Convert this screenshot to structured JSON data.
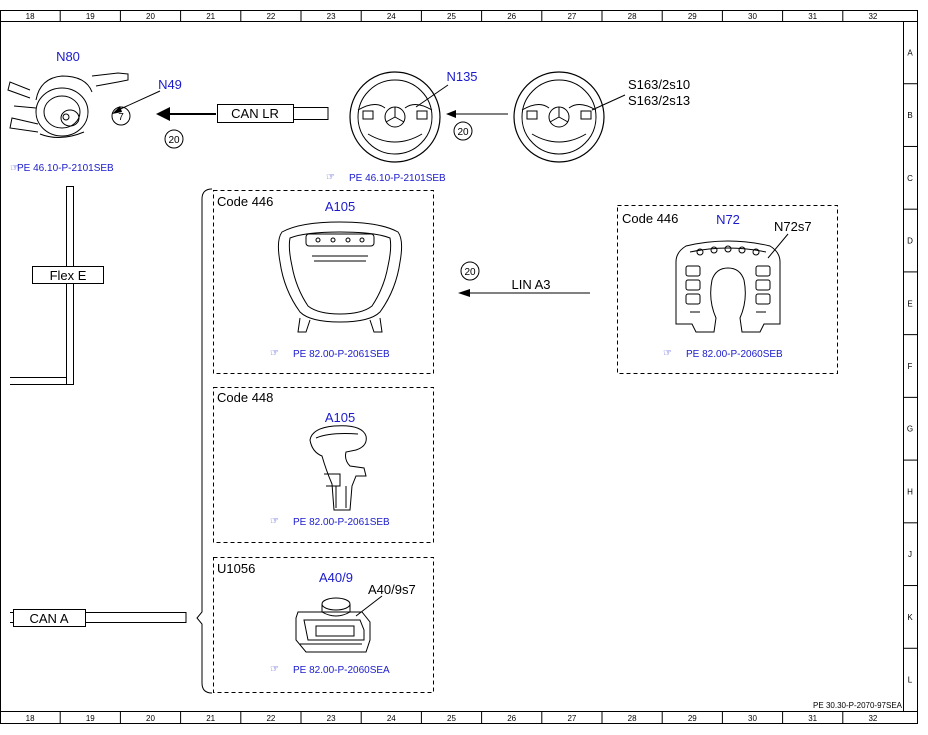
{
  "grid": {
    "columns": [
      "18",
      "19",
      "20",
      "21",
      "22",
      "23",
      "24",
      "25",
      "26",
      "27",
      "28",
      "29",
      "30",
      "31",
      "32"
    ],
    "rows": [
      "A",
      "B",
      "C",
      "D",
      "E",
      "F",
      "G",
      "H",
      "J",
      "K",
      "L"
    ]
  },
  "components": {
    "n80": "N80",
    "n49": "N49",
    "n135": "N135",
    "s163_a": "S163/2s10",
    "s163_b": "S163/2s13",
    "a105_top": "A105",
    "a105_mid": "A105",
    "n72": "N72",
    "n72s7": "N72s7",
    "a40_9": "A40/9",
    "a40_9s7": "A40/9s7"
  },
  "codes": {
    "code446_left": "Code 446",
    "code448": "Code 448",
    "u1056": "U1056",
    "code446_right": "Code 446"
  },
  "buses": {
    "can_lr": "CAN LR",
    "flex_e": "Flex E",
    "lin_a3": "LIN A3",
    "can_a": "CAN A"
  },
  "markers": {
    "seven": "7",
    "twenty_a": "20",
    "twenty_b": "20",
    "twenty_c": "20"
  },
  "references": {
    "ref_n80": "PE 46.10-P-2101SEB",
    "ref_wheel": "PE 46.10-P-2101SEB",
    "ref_a105_top": "PE 82.00-P-2061SEB",
    "ref_a105_mid": "PE 82.00-P-2061SEB",
    "ref_a40_9": "PE 82.00-P-2060SEA",
    "ref_n72": "PE 82.00-P-2060SEB",
    "doc_id": "PE 30.30-P-2070-97SEA"
  },
  "colors": {
    "component_blue": "#1a1acc",
    "line": "#000000"
  }
}
